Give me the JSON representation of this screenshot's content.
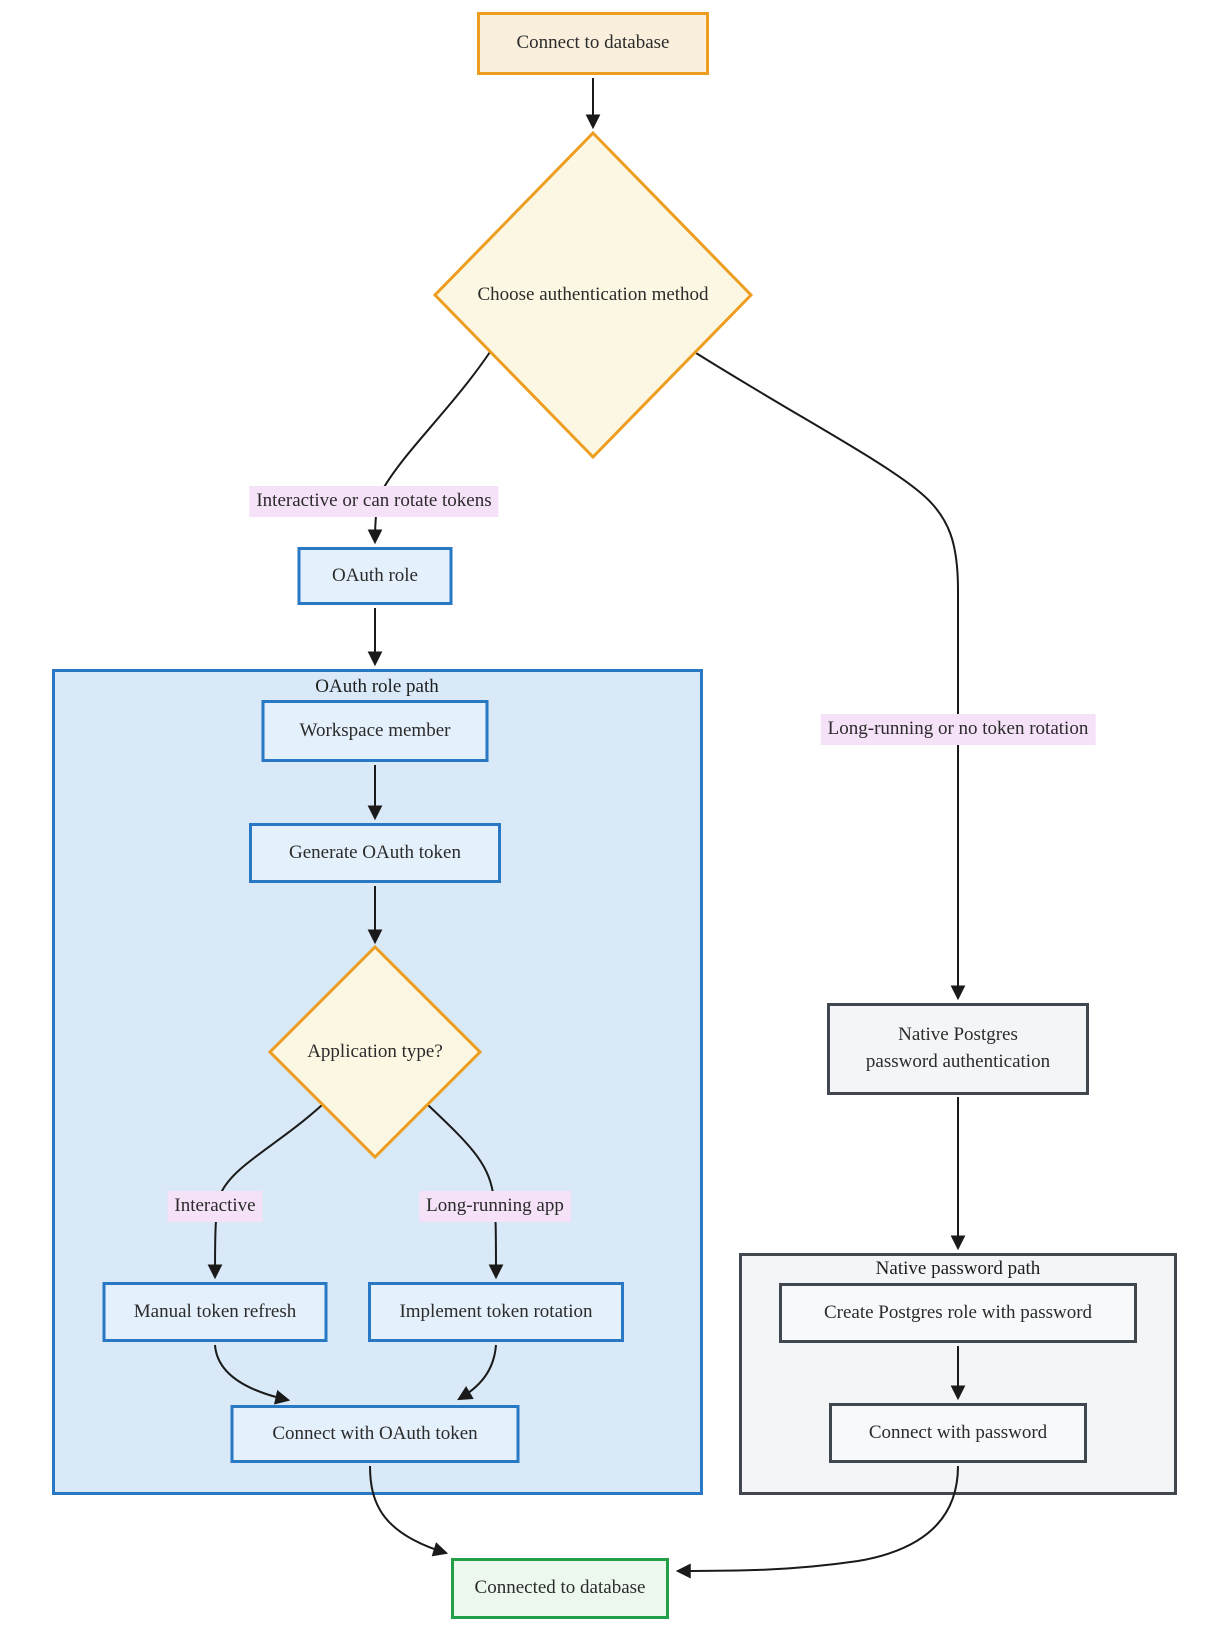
{
  "diagram": {
    "nodes": {
      "connect_db": "Connect to database",
      "choose_auth": "Choose authentication method",
      "oauth_role": "OAuth role",
      "workspace_member": "Workspace member",
      "generate_token": "Generate OAuth token",
      "app_type": "Application type?",
      "manual_refresh": "Manual token refresh",
      "token_rotation": "Implement token rotation",
      "connect_oauth": "Connect with OAuth token",
      "native_auth_line1": "Native Postgres",
      "native_auth_line2": "password authentication",
      "create_role": "Create Postgres role with password",
      "connect_password": "Connect with password",
      "connected_db": "Connected to database"
    },
    "containers": {
      "oauth_path": "OAuth role path",
      "native_path": "Native password path"
    },
    "edge_labels": {
      "to_oauth": "Interactive or can rotate tokens",
      "to_native": "Long-running or no token rotation",
      "interactive": "Interactive",
      "long_running": "Long-running app"
    },
    "colors": {
      "decision_stroke": "#ED9E20",
      "decision_fill": "#FCF7E3",
      "start_fill": "#FAEFDC",
      "oauth_stroke": "#2878C4",
      "oauth_container_fill": "#D9E9F7",
      "oauth_node_fill": "#E4F0FB",
      "native_stroke": "#41474F",
      "native_container_fill": "#F4F5F7",
      "native_node_fill": "#F8F9FB",
      "success_stroke": "#22A049",
      "success_fill": "#ECF8EE",
      "edge_label_bg": "#F5E2F8",
      "line_color": "#1A1A1A",
      "text_color": "#2B2B2B"
    }
  }
}
